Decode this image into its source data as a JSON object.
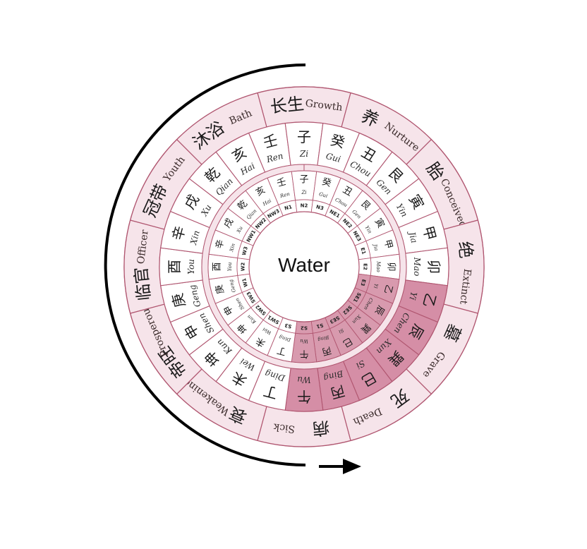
{
  "center": {
    "label": "Water"
  },
  "colors": {
    "outline": "#b05670",
    "pale": "#f6e4ea",
    "white": "#ffffff",
    "highlight": "#d58ea6",
    "highlight_inner": "#d89aae",
    "arrow": "#000000"
  },
  "outer_ring": [
    {
      "han": "长生",
      "label": "Growth"
    },
    {
      "han": "养",
      "label": "Nurture"
    },
    {
      "han": "胎",
      "label": "Conceived"
    },
    {
      "han": "绝",
      "label": "Extinct"
    },
    {
      "han": "墓",
      "label": "Grave"
    },
    {
      "han": "死",
      "label": "Death"
    },
    {
      "han": "病",
      "label": "Sick"
    },
    {
      "han": "衰",
      "label": "Weakening"
    },
    {
      "han": "帝旺",
      "label": "Prosperous"
    },
    {
      "han": "临官",
      "label": "Officer"
    },
    {
      "han": "冠带",
      "label": "Youth"
    },
    {
      "han": "沐浴",
      "label": "Bath"
    }
  ],
  "middle_ring": [
    {
      "han": "壬",
      "rom": "Ren"
    },
    {
      "han": "子",
      "rom": "Zi"
    },
    {
      "han": "癸",
      "rom": "Gui"
    },
    {
      "han": "丑",
      "rom": "Chou"
    },
    {
      "han": "艮",
      "rom": "Gen"
    },
    {
      "han": "寅",
      "rom": "Yin"
    },
    {
      "han": "甲",
      "rom": "Jia"
    },
    {
      "han": "卯",
      "rom": "Mao"
    },
    {
      "han": "乙",
      "rom": "Yi"
    },
    {
      "han": "辰",
      "rom": "Chen"
    },
    {
      "han": "巽",
      "rom": "Xun"
    },
    {
      "han": "巳",
      "rom": "Si"
    },
    {
      "han": "丙",
      "rom": "Bing"
    },
    {
      "han": "午",
      "rom": "Wu"
    },
    {
      "han": "丁",
      "rom": "Ding"
    },
    {
      "han": "未",
      "rom": "Wei"
    },
    {
      "han": "坤",
      "rom": "Kun"
    },
    {
      "han": "申",
      "rom": "Shen"
    },
    {
      "han": "庚",
      "rom": "Geng"
    },
    {
      "han": "酉",
      "rom": "You"
    },
    {
      "han": "辛",
      "rom": "Xin"
    },
    {
      "han": "戌",
      "rom": "Xu"
    },
    {
      "han": "乾",
      "rom": "Qian"
    },
    {
      "han": "亥",
      "rom": "Hai"
    }
  ],
  "middle_highlight": [
    8,
    9,
    10,
    11,
    12,
    13
  ],
  "inner_codes": [
    "N1",
    "N2",
    "N3",
    "NE1",
    "NE2",
    "NE3",
    "E1",
    "E2",
    "E3",
    "SE1",
    "SE2",
    "SE3",
    "S1",
    "S2",
    "S3",
    "SW1",
    "SW2",
    "SW3",
    "W1",
    "W2",
    "W3",
    "NW1",
    "NW2",
    "NW3"
  ],
  "inner_highlight": [
    8,
    9,
    10,
    11,
    12,
    13
  ]
}
